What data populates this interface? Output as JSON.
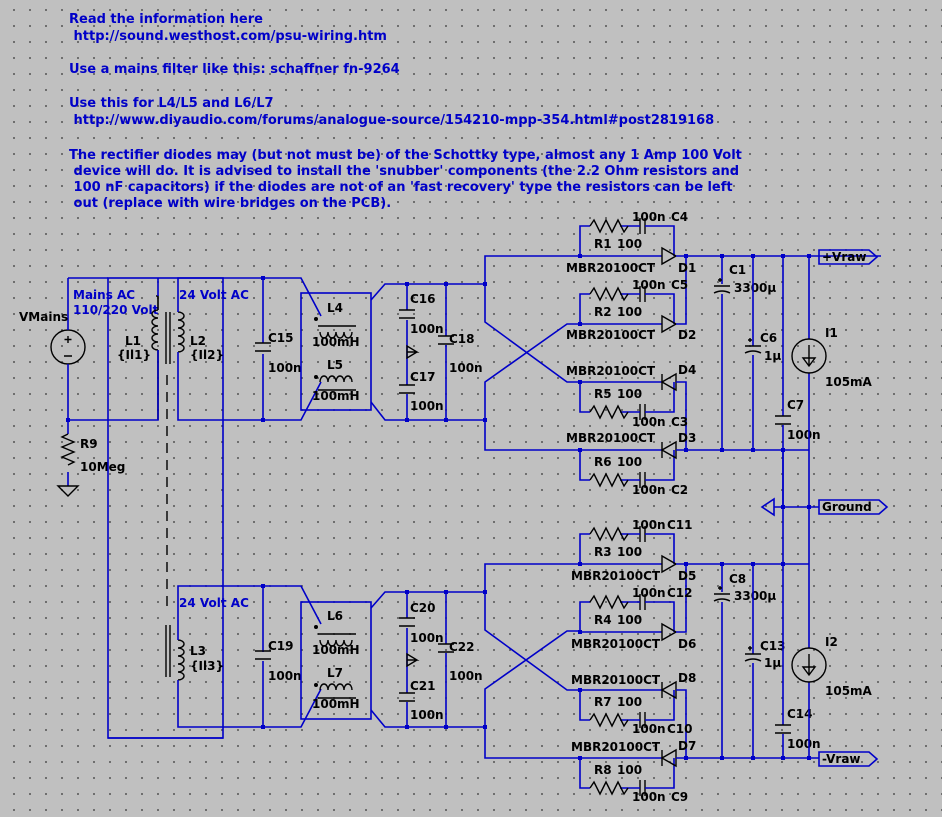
{
  "notes": {
    "line1": "Read the information here",
    "line2": " http://sound.westhost.com/psu-wiring.htm",
    "line3": "Use a mains filter like this: schaffner fn-9264",
    "line4": "Use this for L4/L5 and L6/L7",
    "line5": " http://www.diyaudio.com/forums/analogue-source/154210-mpp-354.html#post2819168",
    "line6": "The rectifier diodes may (but not must be) of the Schottky type, almost any 1 Amp 100 Volt",
    "line7": " device will do. It is advised to install the 'snubber' components (the 2.2 Ohm resistors and",
    "line8": " 100 nF capacitors) if the diodes are not of an 'fast recovery' type the resistors can be left",
    "line9": " out (replace with wire bridges on the PCB)."
  },
  "source": {
    "name": "VMains"
  },
  "transformer": {
    "primary_label": "Mains AC",
    "primary_voltage": "110/220 Volt",
    "secondary_label_top": "24 Volt AC",
    "secondary_label_bottom": "24 Volt AC",
    "L1": "L1",
    "L1_val": "{Il1}",
    "L2": "L2",
    "L2_val": "{Il2}",
    "L3": "L3",
    "L3_val": "{Il3}"
  },
  "r9": {
    "name": "R9",
    "value": "10Meg"
  },
  "top": {
    "C15": "C15",
    "C15_val": "100n",
    "L4": "L4",
    "L4_val": "100mH",
    "L5": "L5",
    "L5_val": "100mH",
    "C16": "C16",
    "C16_val": "100n",
    "C17": "C17",
    "C17_val": "100n",
    "C18": "C18",
    "C18_val": "100n",
    "C4_val": "100n",
    "C4": "C4",
    "R1": "R1",
    "R1_val": "100",
    "D1_type": "MBR20100CT",
    "D1": "D1",
    "C5_val": "100n",
    "C5": "C5",
    "R2": "R2",
    "R2_val": "100",
    "D2_type": "MBR20100CT",
    "D2": "D2",
    "D4_type": "MBR20100CT",
    "D4": "D4",
    "R5": "R5",
    "R5_val": "100",
    "C3_val": "100n",
    "C3": "C3",
    "D3_type": "MBR20100CT",
    "D3": "D3",
    "R6": "R6",
    "R6_val": "100",
    "C2_val": "100n",
    "C2": "C2",
    "C1": "C1",
    "C1_val": "3300µ",
    "C6": "C6",
    "C6_val": "1µ",
    "C7": "C7",
    "C7_val": "100n",
    "I1": "I1",
    "I1_val": "105mA"
  },
  "bottom": {
    "C19": "C19",
    "C19_val": "100n",
    "L6": "L6",
    "L6_val": "100mH",
    "L7": "L7",
    "L7_val": "100mH",
    "C20": "C20",
    "C20_val": "100n",
    "C21": "C21",
    "C21_val": "100n",
    "C22": "C22",
    "C22_val": "100n",
    "C11_val": "100n",
    "C11": "C11",
    "R3": "R3",
    "R3_val": "100",
    "D5_type": "MBR20100CT",
    "D5": "D5",
    "C12_val": "100n",
    "C12": "C12",
    "R4": "R4",
    "R4_val": "100",
    "D6_type": "MBR20100CT",
    "D6": "D6",
    "D8_type": "MBR20100CT",
    "D8": "D8",
    "R7": "R7",
    "R7_val": "100",
    "C10_val": "100n",
    "C10": "C10",
    "D7_type": "MBR20100CT",
    "D7": "D7",
    "R8": "R8",
    "R8_val": "100",
    "C9_val": "100n",
    "C9": "C9",
    "C8": "C8",
    "C8_val": "3300µ",
    "C13": "C13",
    "C13_val": "1µ",
    "C14": "C14",
    "C14_val": "100n",
    "I2": "I2",
    "I2_val": "105mA"
  },
  "ports": {
    "vraw_pos": "+Vraw",
    "ground": "Ground",
    "vraw_neg": "-Vraw"
  },
  "colors": {
    "wire": "#0000c8",
    "component": "#000000",
    "background": "#c0c0c0"
  }
}
